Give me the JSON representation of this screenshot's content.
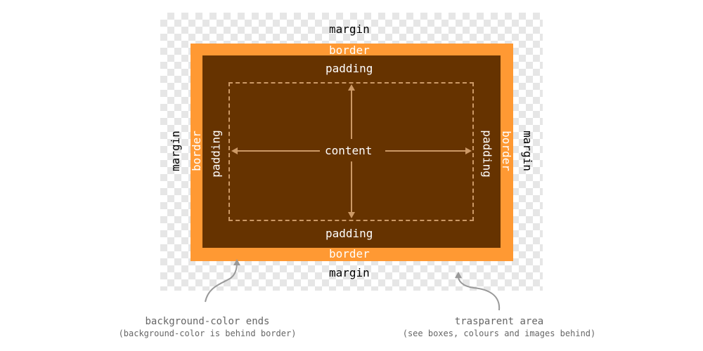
{
  "colors": {
    "border_fill": "#ff9933",
    "padding_fill": "#663300",
    "content_outline": "#cc9966",
    "checker_light": "#ffffff",
    "checker_dark": "#e6e6e6",
    "caption_text": "#666666",
    "annotation_arrow": "#999999"
  },
  "labels": {
    "margin_top": "margin",
    "margin_bottom": "margin",
    "margin_left": "margin",
    "margin_right": "margin",
    "border_top": "border",
    "border_bottom": "border",
    "border_left": "border",
    "border_right": "border",
    "padding_top": "padding",
    "padding_bottom": "padding",
    "padding_left": "padding",
    "padding_right": "padding",
    "content": "content"
  },
  "captions": {
    "left": {
      "title": "background-color ends",
      "note": "(background-color is behind border)"
    },
    "right": {
      "title": "trasparent area",
      "note": "(see boxes, colours and images behind)"
    }
  },
  "icons": [
    "arrow-up-icon",
    "arrow-down-icon",
    "arrow-left-icon",
    "arrow-right-icon",
    "curved-pointer-arrow-icon"
  ]
}
